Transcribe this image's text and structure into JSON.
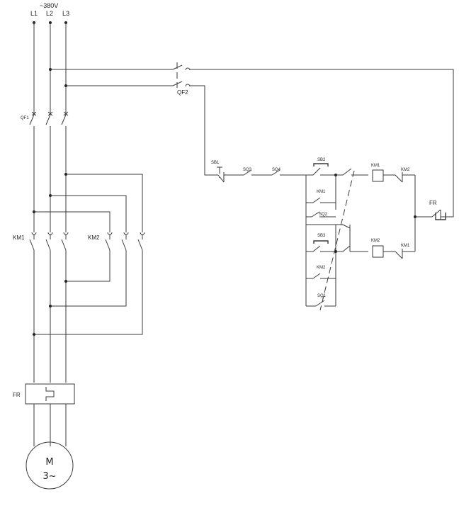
{
  "supply": {
    "voltage": "~380V",
    "phases": [
      "L1",
      "L2",
      "L3"
    ]
  },
  "power_circuit": {
    "breaker_main": "QF1",
    "contactor_forward": "KM1",
    "contactor_reverse": "KM2",
    "overload_relay": "FR",
    "motor": {
      "line1": "M",
      "line2": "3~"
    }
  },
  "control_circuit": {
    "breaker": "QF2",
    "stop_button": "SB1",
    "limit_switch_a": "SQ3",
    "limit_switch_b": "SQ4",
    "forward_button": "SB2",
    "forward_hold": "KM1",
    "forward_limit": "SQ2",
    "reverse_button": "SB3",
    "reverse_hold": "KM2",
    "reverse_limit": "SQ1",
    "forward_coil": "KM1",
    "forward_interlock": "KM2",
    "reverse_coil": "KM2",
    "reverse_interlock": "KM1",
    "overload_contact": "FR"
  }
}
